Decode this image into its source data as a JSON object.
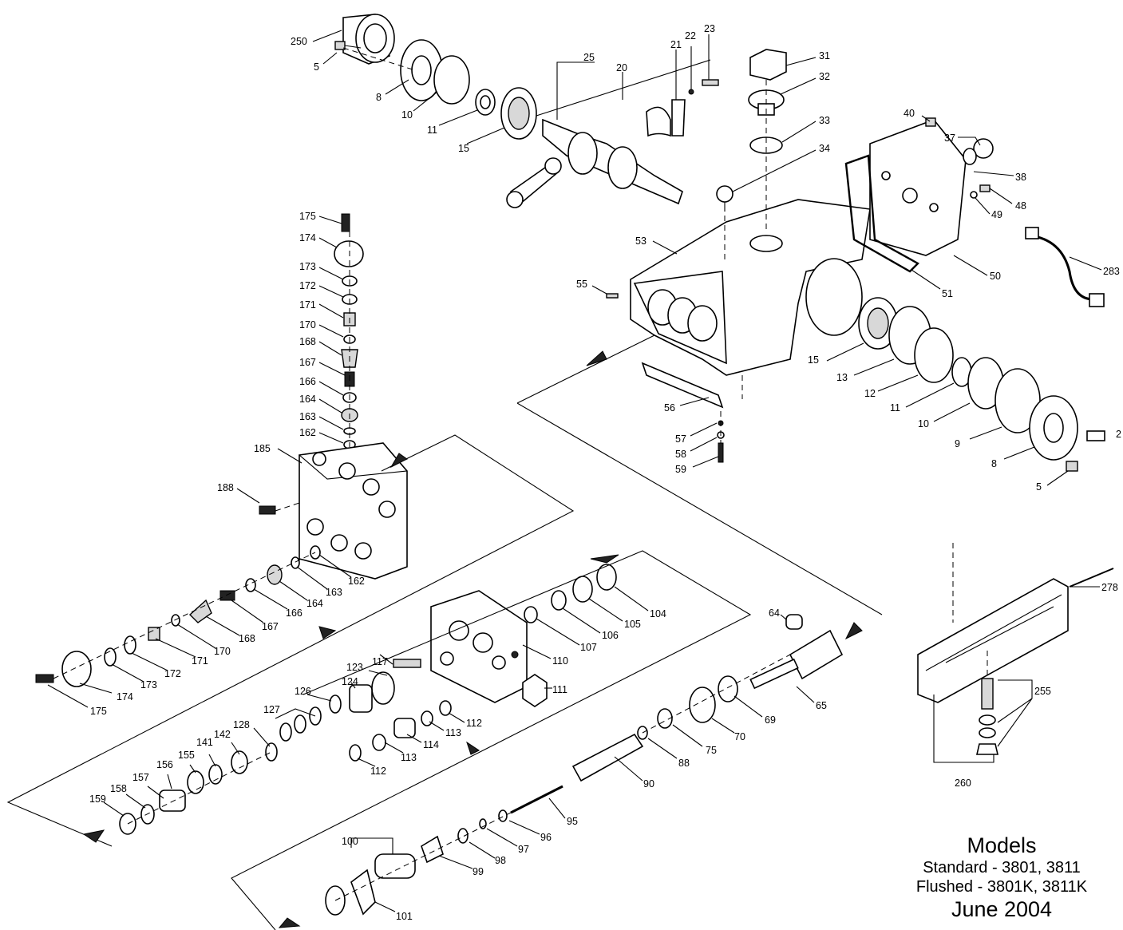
{
  "labels": [
    {
      "id": "250",
      "t": "250"
    },
    {
      "id": "5a",
      "t": "5"
    },
    {
      "id": "8a",
      "t": "8"
    },
    {
      "id": "10a",
      "t": "10"
    },
    {
      "id": "11a",
      "t": "11"
    },
    {
      "id": "15a",
      "t": "15"
    },
    {
      "id": "25",
      "t": "25"
    },
    {
      "id": "20",
      "t": "20"
    },
    {
      "id": "21",
      "t": "21"
    },
    {
      "id": "22",
      "t": "22"
    },
    {
      "id": "23",
      "t": "23"
    },
    {
      "id": "31",
      "t": "31"
    },
    {
      "id": "32",
      "t": "32"
    },
    {
      "id": "33",
      "t": "33"
    },
    {
      "id": "34",
      "t": "34"
    },
    {
      "id": "40",
      "t": "40"
    },
    {
      "id": "37",
      "t": "37"
    },
    {
      "id": "38",
      "t": "38"
    },
    {
      "id": "48",
      "t": "48"
    },
    {
      "id": "49",
      "t": "49"
    },
    {
      "id": "283",
      "t": "283"
    },
    {
      "id": "50",
      "t": "50"
    },
    {
      "id": "51",
      "t": "51"
    },
    {
      "id": "53",
      "t": "53"
    },
    {
      "id": "55",
      "t": "55"
    },
    {
      "id": "15b",
      "t": "15"
    },
    {
      "id": "13",
      "t": "13"
    },
    {
      "id": "12",
      "t": "12"
    },
    {
      "id": "11b",
      "t": "11"
    },
    {
      "id": "10b",
      "t": "10"
    },
    {
      "id": "9",
      "t": "9"
    },
    {
      "id": "8b",
      "t": "8"
    },
    {
      "id": "5b",
      "t": "5"
    },
    {
      "id": "2x",
      "t": "2"
    },
    {
      "id": "56",
      "t": "56"
    },
    {
      "id": "57",
      "t": "57"
    },
    {
      "id": "58",
      "t": "58"
    },
    {
      "id": "59",
      "t": "59"
    },
    {
      "id": "175a",
      "t": "175"
    },
    {
      "id": "174a",
      "t": "174"
    },
    {
      "id": "173a",
      "t": "173"
    },
    {
      "id": "172a",
      "t": "172"
    },
    {
      "id": "171a",
      "t": "171"
    },
    {
      "id": "170a",
      "t": "170"
    },
    {
      "id": "168a",
      "t": "168"
    },
    {
      "id": "167a",
      "t": "167"
    },
    {
      "id": "166a",
      "t": "166"
    },
    {
      "id": "164a",
      "t": "164"
    },
    {
      "id": "163a",
      "t": "163"
    },
    {
      "id": "162a",
      "t": "162"
    },
    {
      "id": "185",
      "t": "185"
    },
    {
      "id": "188",
      "t": "188"
    },
    {
      "id": "162b",
      "t": "162"
    },
    {
      "id": "163b",
      "t": "163"
    },
    {
      "id": "164b",
      "t": "164"
    },
    {
      "id": "166b",
      "t": "166"
    },
    {
      "id": "167b",
      "t": "167"
    },
    {
      "id": "168b",
      "t": "168"
    },
    {
      "id": "170b",
      "t": "170"
    },
    {
      "id": "171b",
      "t": "171"
    },
    {
      "id": "172b",
      "t": "172"
    },
    {
      "id": "173b",
      "t": "173"
    },
    {
      "id": "174b",
      "t": "174"
    },
    {
      "id": "175b",
      "t": "175"
    },
    {
      "id": "104",
      "t": "104"
    },
    {
      "id": "105",
      "t": "105"
    },
    {
      "id": "106",
      "t": "106"
    },
    {
      "id": "107",
      "t": "107"
    },
    {
      "id": "110",
      "t": "110"
    },
    {
      "id": "117",
      "t": "117"
    },
    {
      "id": "123",
      "t": "123"
    },
    {
      "id": "111",
      "t": "111"
    },
    {
      "id": "124",
      "t": "124"
    },
    {
      "id": "126",
      "t": "126"
    },
    {
      "id": "127",
      "t": "127"
    },
    {
      "id": "128",
      "t": "128"
    },
    {
      "id": "142",
      "t": "142"
    },
    {
      "id": "141",
      "t": "141"
    },
    {
      "id": "155",
      "t": "155"
    },
    {
      "id": "156",
      "t": "156"
    },
    {
      "id": "157",
      "t": "157"
    },
    {
      "id": "158",
      "t": "158"
    },
    {
      "id": "159",
      "t": "159"
    },
    {
      "id": "112a",
      "t": "112"
    },
    {
      "id": "113a",
      "t": "113"
    },
    {
      "id": "114",
      "t": "114"
    },
    {
      "id": "113b",
      "t": "113"
    },
    {
      "id": "112b",
      "t": "112"
    },
    {
      "id": "64",
      "t": "64"
    },
    {
      "id": "65",
      "t": "65"
    },
    {
      "id": "69",
      "t": "69"
    },
    {
      "id": "70",
      "t": "70"
    },
    {
      "id": "75",
      "t": "75"
    },
    {
      "id": "88",
      "t": "88"
    },
    {
      "id": "90",
      "t": "90"
    },
    {
      "id": "95",
      "t": "95"
    },
    {
      "id": "96",
      "t": "96"
    },
    {
      "id": "97",
      "t": "97"
    },
    {
      "id": "98",
      "t": "98"
    },
    {
      "id": "99",
      "t": "99"
    },
    {
      "id": "100",
      "t": "100"
    },
    {
      "id": "101",
      "t": "101"
    },
    {
      "id": "278",
      "t": "278"
    },
    {
      "id": "255",
      "t": "255"
    },
    {
      "id": "260",
      "t": "260"
    }
  ],
  "models": {
    "title": "Models",
    "standard": "Standard - 3801, 3811",
    "flushed": "Flushed - 3801K, 3811K",
    "date": "June 2004"
  }
}
